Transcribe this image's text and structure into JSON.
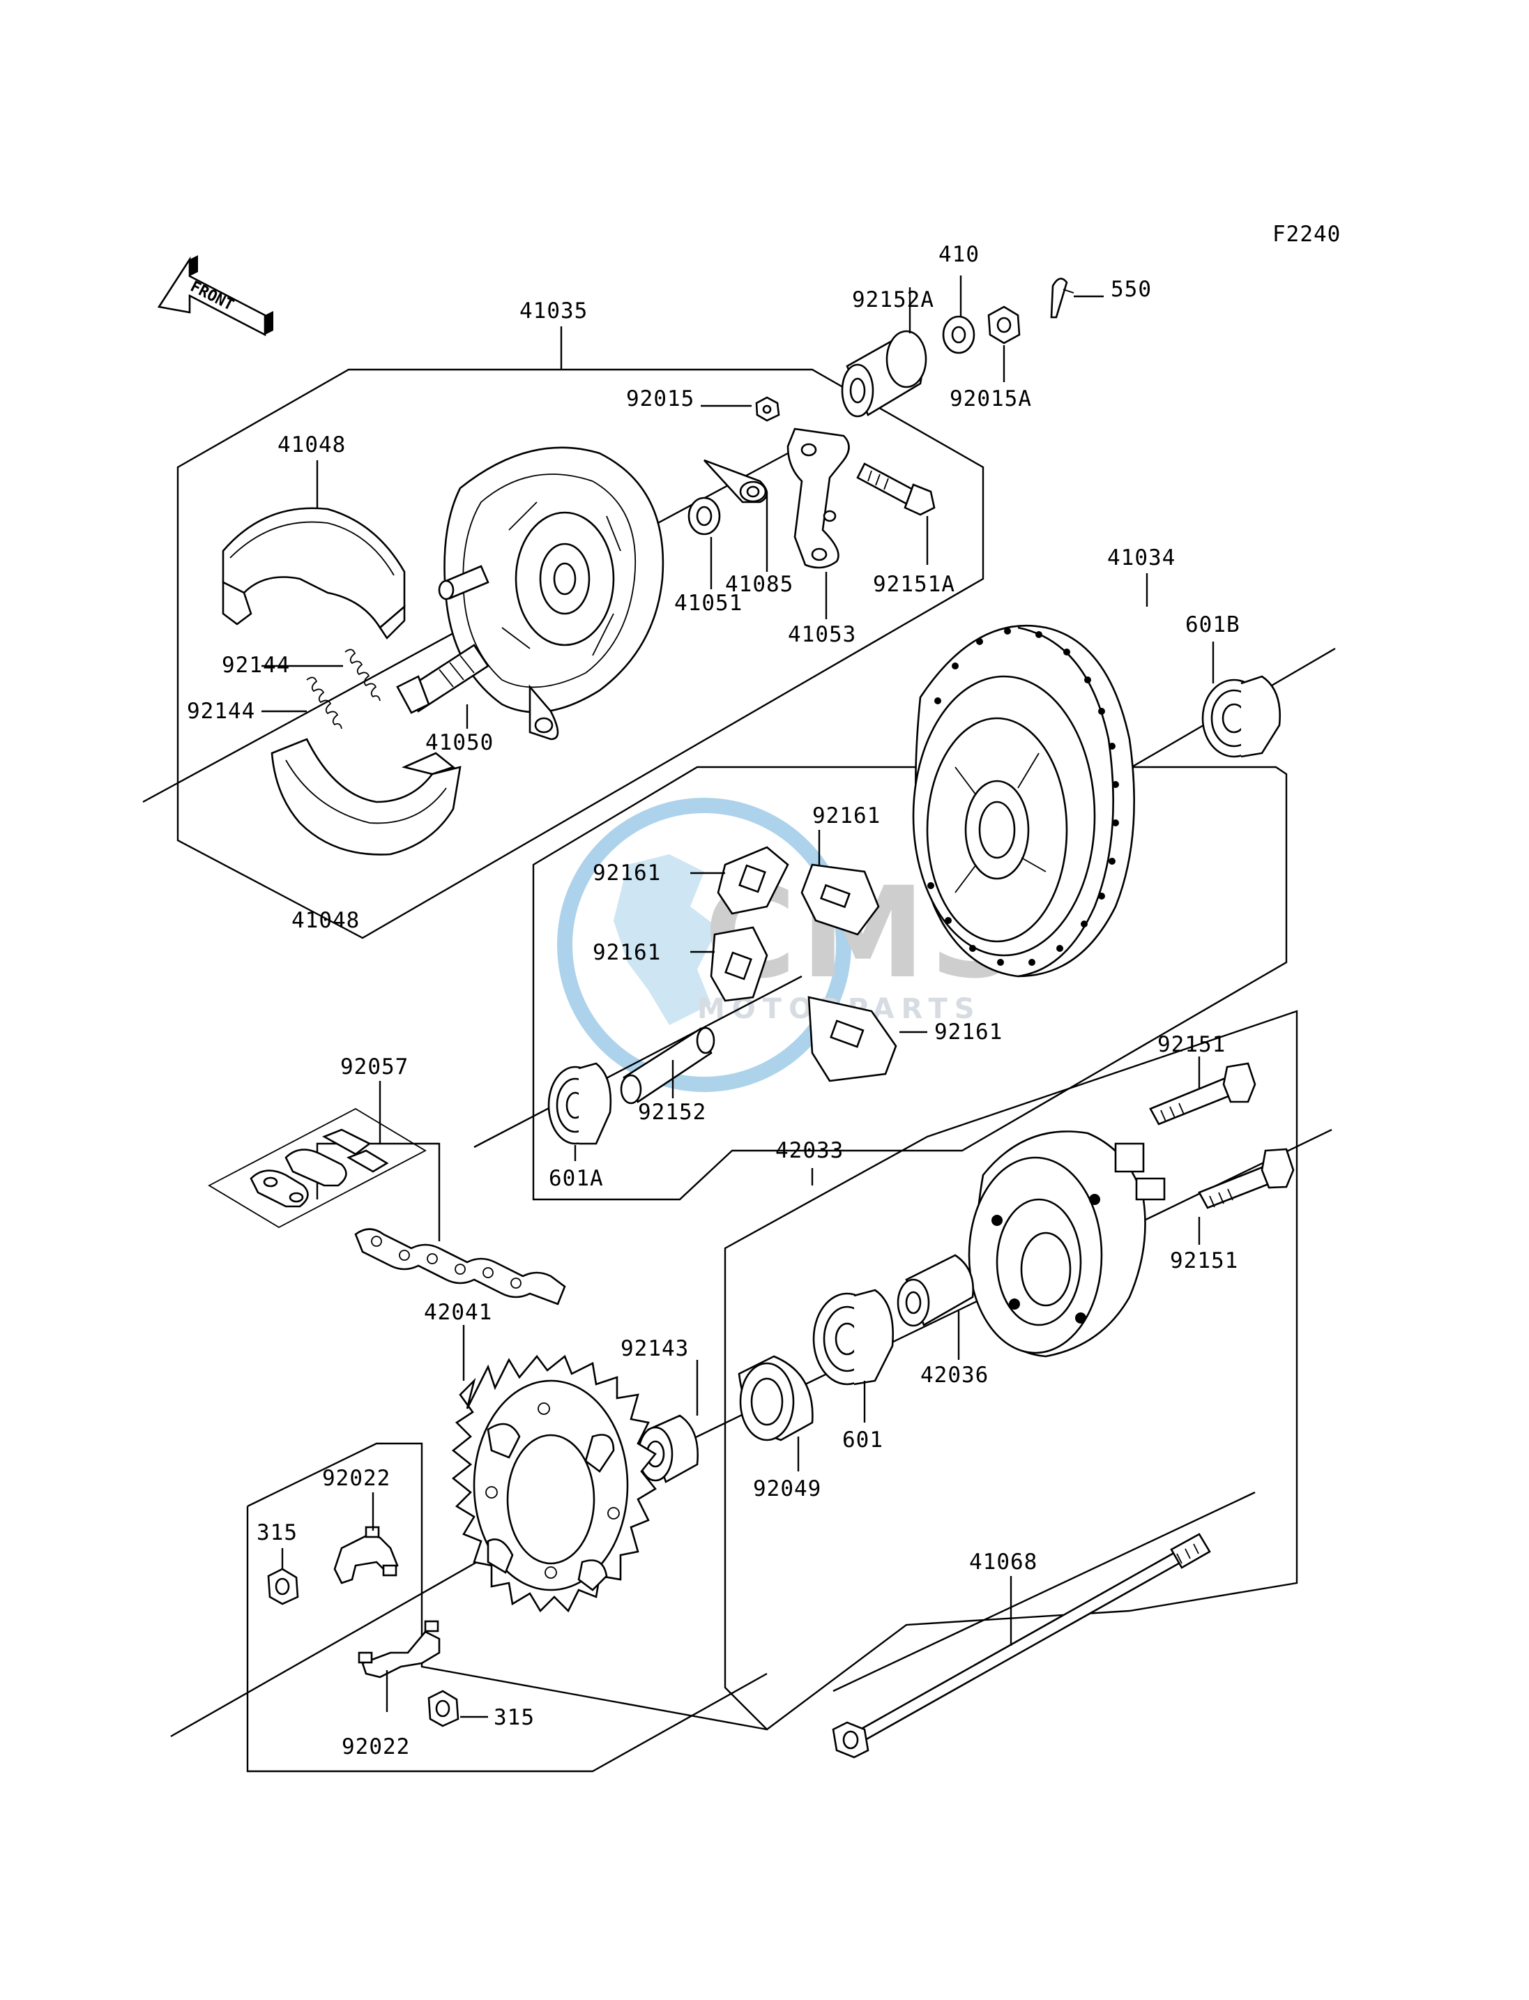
{
  "figure_code": "F2240",
  "front_marker": "FRONT",
  "watermark": {
    "brand": "CMS",
    "subtext": "MOTORPARTS",
    "colors": {
      "globe": "#9fcbe8",
      "text": "#c6c6c6",
      "sub": "#cfd6dc"
    }
  },
  "parts": {
    "p41035": "41035",
    "p92152A": "92152A",
    "p410": "410",
    "p550": "550",
    "p92015": "92015",
    "p92015A": "92015A",
    "p41048_top": "41048",
    "p41048_bottom": "41048",
    "p41085": "41085",
    "p92151A": "92151A",
    "p41051": "41051",
    "p41053": "41053",
    "p41034": "41034",
    "p601B": "601B",
    "p92144_a": "92144",
    "p92144_b": "92144",
    "p41050": "41050",
    "p92161_top": "92161",
    "p92161_left1": "92161",
    "p92161_left2": "92161",
    "p92161_right": "92161",
    "p92057": "92057",
    "p92151_top": "92151",
    "p92151_bottom": "92151",
    "p92152": "92152",
    "p601A": "601A",
    "p42033": "42033",
    "p42041": "42041",
    "p92143": "92143",
    "p42036": "42036",
    "p601": "601",
    "p92049": "92049",
    "p92022_top": "92022",
    "p92022_bottom": "92022",
    "p315_left": "315",
    "p315_right": "315",
    "p41068": "41068"
  }
}
